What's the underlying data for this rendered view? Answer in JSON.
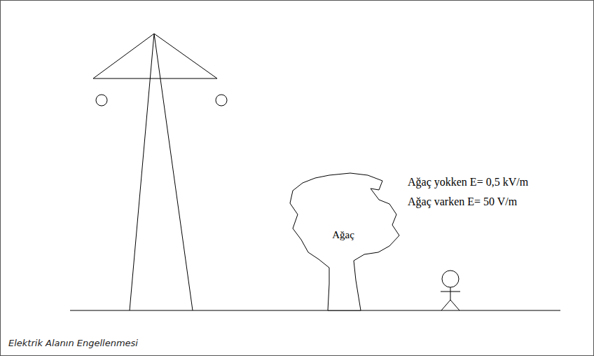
{
  "diagram": {
    "caption": "Elektrik Alanın Engellenmesi",
    "nodes": [
      {
        "text": [
          "Ağaç"
        ]
      }
    ],
    "labels": [
      "Ağaç yokken E= 0,5 kV/m",
      "Ağaç varken E= 50 V/m"
    ]
  }
}
